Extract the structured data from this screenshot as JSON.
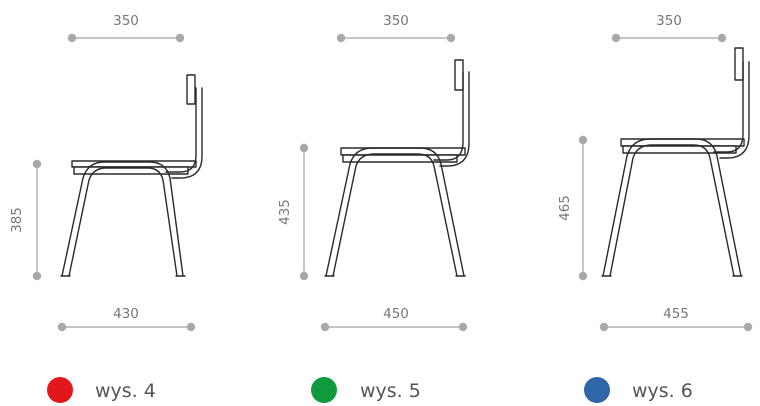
{
  "chairs": [
    {
      "id": "size-4",
      "seat_depth": "350",
      "seat_height": "385",
      "base_width": "430",
      "legend_label": "wys. 4",
      "legend_color": "#e3161b"
    },
    {
      "id": "size-5",
      "seat_depth": "350",
      "seat_height": "435",
      "base_width": "450",
      "legend_label": "wys. 5",
      "legend_color": "#0e9a3d"
    },
    {
      "id": "size-6",
      "seat_depth": "350",
      "seat_height": "465",
      "base_width": "455",
      "legend_label": "wys. 6",
      "legend_color": "#2f66a8"
    }
  ]
}
